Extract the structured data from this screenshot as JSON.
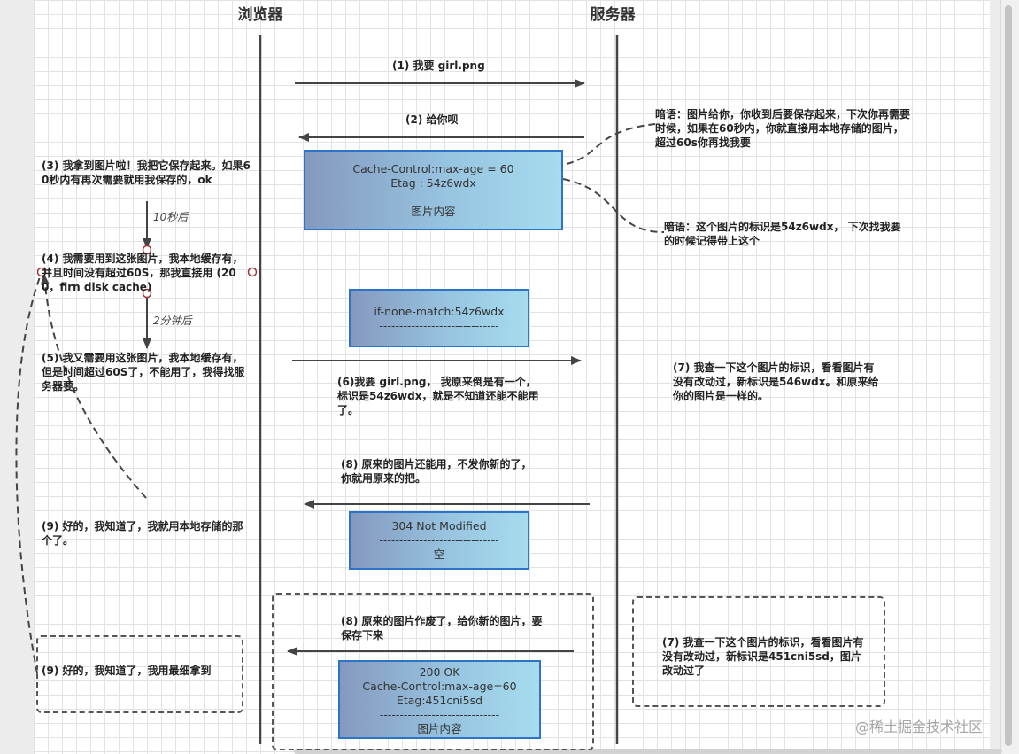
{
  "headers": {
    "browser": "浏览器",
    "server": "服务器"
  },
  "steps": {
    "s1": "(1) 我要 girl.png",
    "s2": "(2) 给你呗",
    "s3": "(3) 我拿到图片啦！我把它保存起来。如果60秒内有再次需要就用我保存的，ok",
    "s4": "(4) 我需要用到这张图片，我本地缓存有，并且时间没有超过60S，那我直接用 (200，firn disk cache)",
    "s5": "(5) 我又需要用这张图片，我本地缓存有，但是时间超过60S了，不能用了，我得找服务器要。",
    "s6": "(6)我要 girl.png， 我原来倒是有一个，标识是54z6wdx，就是不知道还能不能用了。",
    "s7a": "(7) 我查一下这个图片的标识，看看图片有没有改动过，新标识是546wdx。和原来给你的图片是一样的。",
    "s8a": "(8) 原来的图片还能用，不发你新的了，你就用原来的把。",
    "s9a": "(9) 好的，我知道了，我就用本地存储的那个了。",
    "s8b": "(8) 原来的图片作废了，给你新的图片，要保存下来",
    "s7b": "(7) 我查一下这个图片的标识，看看图片有没有改动过，新标识是451cni5sd，图片改动过了",
    "s9b": "(9) 好的，我知道了，我用最细拿到"
  },
  "aside": {
    "a1": "暗语：图片给你，你收到后要保存起来，下次你再需要时候，如果在60秒内，你就直接用本地存储的图片，超过60s你再找我要",
    "a2": "暗语：这个图片的标识是54z6wdx， 下次找我要的时候记得带上这个"
  },
  "delays": {
    "d1": "10秒后",
    "d2": "2分钟后"
  },
  "boxes": {
    "b1": {
      "l1": "Cache-Control:max-age = 60",
      "l2": "Etag : 54z6wdx",
      "sep": "------------------------------",
      "l3": "图片内容"
    },
    "b2": {
      "l1": "if-none-match:54z6wdx",
      "sep": "------------------------------"
    },
    "b3": {
      "l1": "304 Not Modified",
      "sep": "------------------------------",
      "l2": "空"
    },
    "b4": {
      "l1": "200 OK",
      "l2": "Cache-Control:max-age=60",
      "l3": "Etag:451cni5sd",
      "sep": "------------------------------",
      "l4": "图片内容"
    }
  },
  "watermark": "@稀土掘金技术社区",
  "colors": {
    "line": "#444444",
    "box_border": "#2b74c8",
    "grid": "#e3e3e3"
  }
}
